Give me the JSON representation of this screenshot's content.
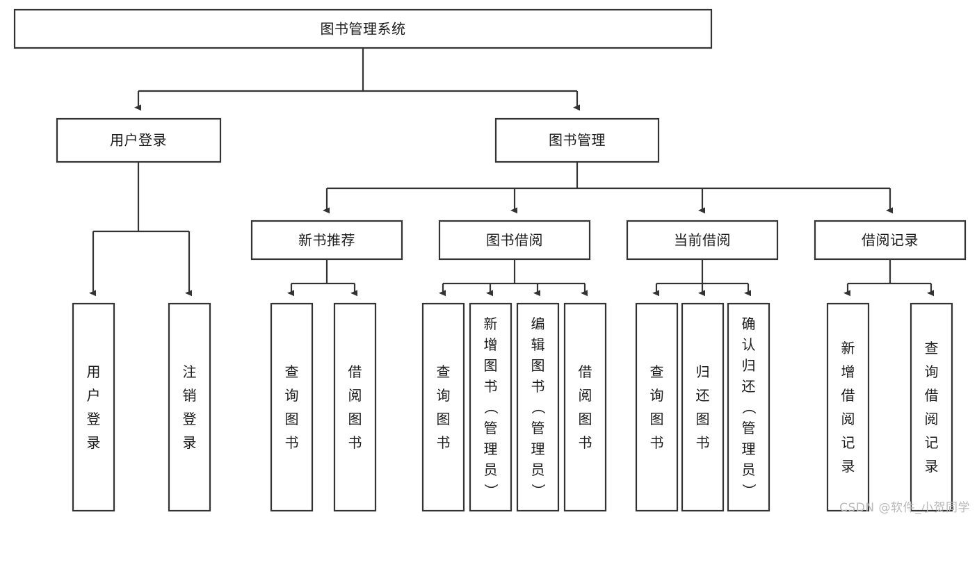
{
  "diagram": {
    "type": "tree-hierarchy",
    "title": "图书管理系统",
    "watermark": "CSDN @软件_小贺同学",
    "colors": {
      "box_stroke": "#333333",
      "box_fill": "#ffffff",
      "text": "#1b1b1b",
      "background": "#ffffff",
      "watermark": "#b9b9b9"
    },
    "nodes": {
      "root": {
        "label": "图书管理系统"
      },
      "level1": [
        {
          "id": "user-login",
          "label": "用户登录"
        },
        {
          "id": "book-manage",
          "label": "图书管理"
        }
      ],
      "level2": [
        {
          "id": "new-book-recommend",
          "label": "新书推荐",
          "parent": "book-manage"
        },
        {
          "id": "book-borrow",
          "label": "图书借阅",
          "parent": "book-manage"
        },
        {
          "id": "current-borrow",
          "label": "当前借阅",
          "parent": "book-manage"
        },
        {
          "id": "borrow-record",
          "label": "借阅记录",
          "parent": "book-manage"
        }
      ],
      "leaves": [
        {
          "id": "leaf-user-login",
          "label": "用户登录",
          "parent": "user-login"
        },
        {
          "id": "leaf-logout",
          "label": "注销登录",
          "parent": "user-login"
        },
        {
          "id": "leaf-query-book-1",
          "label": "查询图书",
          "parent": "new-book-recommend"
        },
        {
          "id": "leaf-borrow-book-1",
          "label": "借阅图书",
          "parent": "new-book-recommend"
        },
        {
          "id": "leaf-query-book-2",
          "label": "查询图书",
          "parent": "book-borrow"
        },
        {
          "id": "leaf-add-book",
          "label": "新增图书（管理员）",
          "parent": "book-borrow"
        },
        {
          "id": "leaf-edit-book",
          "label": "编辑图书（管理员）",
          "parent": "book-borrow"
        },
        {
          "id": "leaf-borrow-book-2",
          "label": "借阅图书",
          "parent": "book-borrow"
        },
        {
          "id": "leaf-query-book-3",
          "label": "查询图书",
          "parent": "current-borrow"
        },
        {
          "id": "leaf-return-book",
          "label": "归还图书",
          "parent": "current-borrow"
        },
        {
          "id": "leaf-confirm-return",
          "label": "确认归还（管理员）",
          "parent": "current-borrow"
        },
        {
          "id": "leaf-add-record",
          "label": "新增借阅记录",
          "parent": "borrow-record"
        },
        {
          "id": "leaf-query-record",
          "label": "查询借阅记录",
          "parent": "borrow-record"
        }
      ]
    }
  }
}
